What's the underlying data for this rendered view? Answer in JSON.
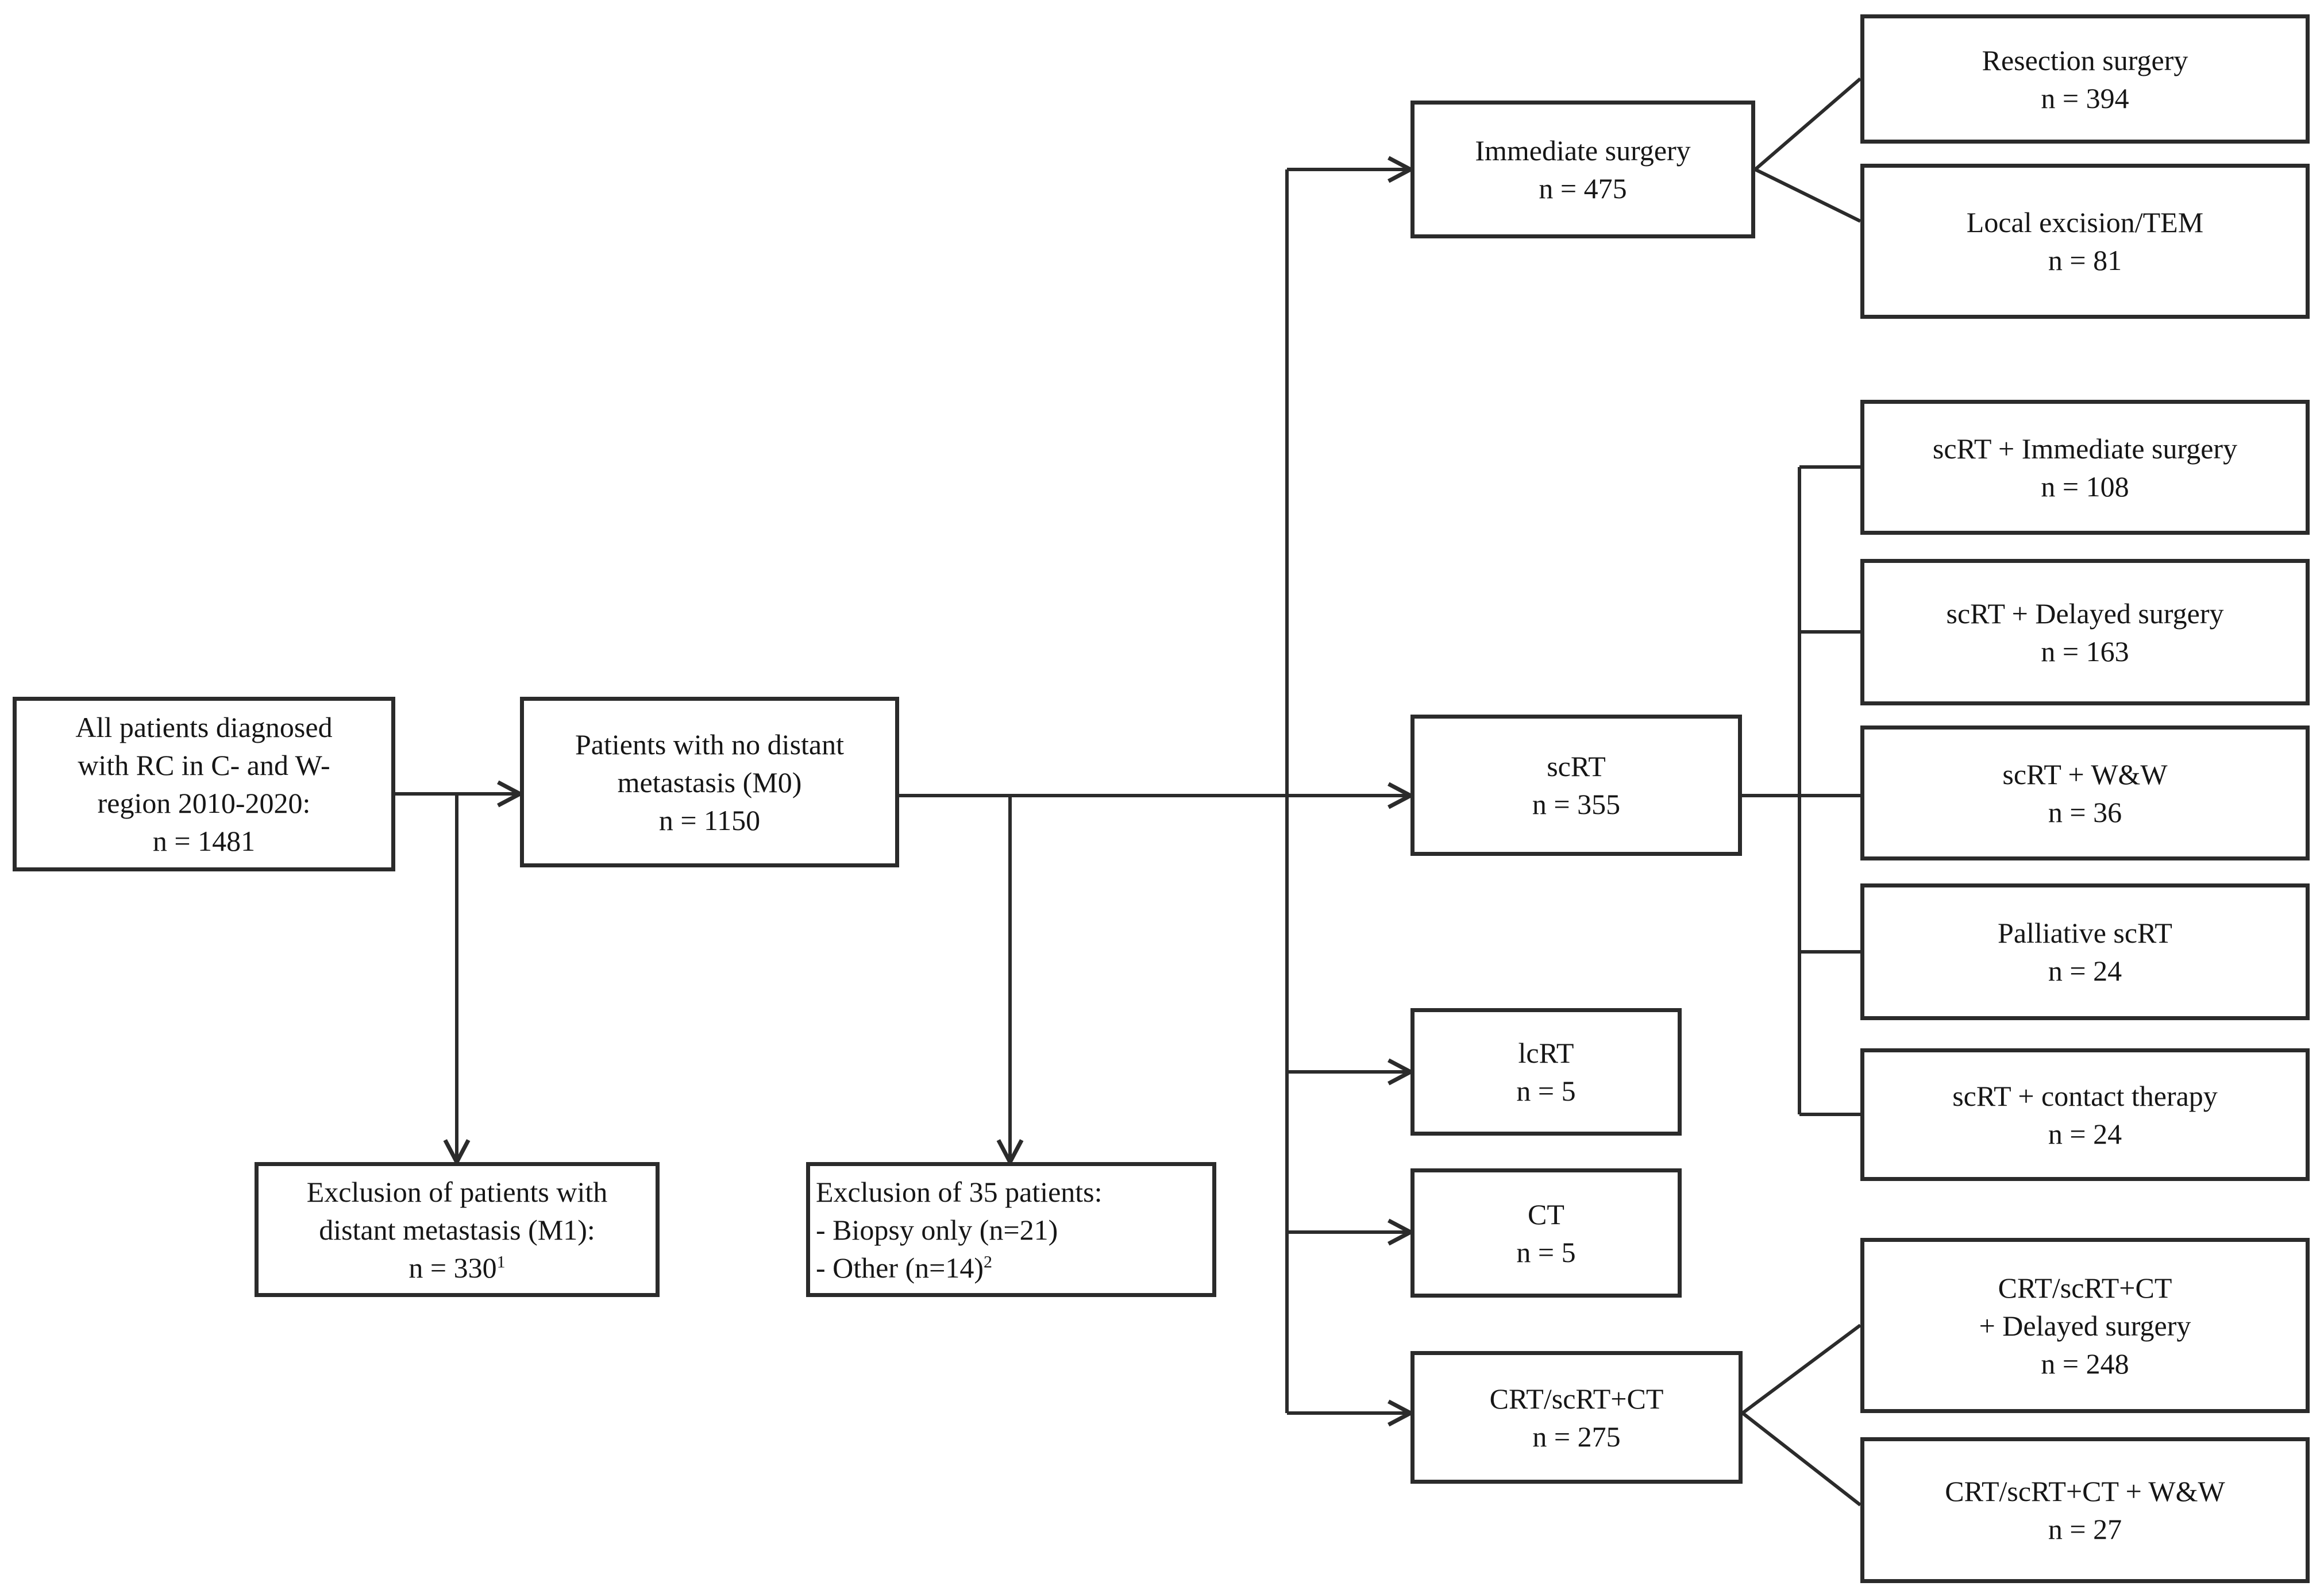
{
  "diagram": {
    "type": "flowchart",
    "description": "Patient inclusion/treatment flow diagram",
    "colors": {
      "background": "#ffffff",
      "box_border": "#2b2b2b",
      "line": "#2b2b2b",
      "text": "#161616"
    }
  },
  "nodes": {
    "all_patients": {
      "lines": [
        "All patients diagnosed",
        "with RC in C- and W-",
        "region 2010-2020:",
        "n = 1481"
      ]
    },
    "m0": {
      "lines": [
        "Patients with no distant",
        "metastasis (M0)",
        "n = 1150"
      ]
    },
    "exclusion_m1": {
      "lines": [
        "Exclusion of patients with",
        "distant metastasis (M1):",
        "n = 330"
      ],
      "superscript": "1"
    },
    "exclusion_35": {
      "lines": [
        "Exclusion of 35 patients:",
        "- Biopsy only (n=21)",
        "- Other (n=14)"
      ],
      "superscript": "2"
    },
    "immediate_surgery": {
      "lines": [
        "Immediate surgery",
        "n = 475"
      ]
    },
    "resection_surgery": {
      "lines": [
        "Resection surgery",
        "n = 394"
      ]
    },
    "local_excision": {
      "lines": [
        "Local excision/TEM",
        "n = 81"
      ]
    },
    "scrt": {
      "lines": [
        "scRT",
        "n = 355"
      ]
    },
    "scrt_immediate": {
      "lines": [
        "scRT + Immediate surgery",
        "n = 108"
      ]
    },
    "scrt_delayed": {
      "lines": [
        "scRT + Delayed surgery",
        "n = 163"
      ]
    },
    "scrt_ww": {
      "lines": [
        "scRT + W&W",
        "n = 36"
      ]
    },
    "palliative_scrt": {
      "lines": [
        "Palliative scRT",
        "n = 24"
      ]
    },
    "scrt_contact": {
      "lines": [
        "scRT + contact therapy",
        "n = 24"
      ]
    },
    "lcrt": {
      "lines": [
        "lcRT",
        "n = 5"
      ]
    },
    "ct": {
      "lines": [
        "CT",
        "n = 5"
      ]
    },
    "crt_scrt_ct": {
      "lines": [
        "CRT/scRT+CT",
        "n = 275"
      ]
    },
    "crt_delayed": {
      "lines": [
        "CRT/scRT+CT",
        "+ Delayed surgery",
        "n = 248"
      ]
    },
    "crt_ww": {
      "lines": [
        "CRT/scRT+CT + W&W",
        "n = 27"
      ]
    }
  },
  "edges": [
    {
      "from": "all_patients",
      "to": "m0",
      "arrow": true
    },
    {
      "from": "all_patients",
      "to": "exclusion_m1",
      "arrow": true
    },
    {
      "from": "m0",
      "to": "exclusion_35",
      "arrow": true
    },
    {
      "from": "m0",
      "to": "immediate_surgery",
      "arrow": true
    },
    {
      "from": "m0",
      "to": "scrt",
      "arrow": true
    },
    {
      "from": "m0",
      "to": "lcrt",
      "arrow": true
    },
    {
      "from": "m0",
      "to": "ct",
      "arrow": true
    },
    {
      "from": "m0",
      "to": "crt_scrt_ct",
      "arrow": true
    },
    {
      "from": "immediate_surgery",
      "to": "resection_surgery",
      "arrow": false
    },
    {
      "from": "immediate_surgery",
      "to": "local_excision",
      "arrow": false
    },
    {
      "from": "scrt",
      "to": "scrt_immediate",
      "arrow": false
    },
    {
      "from": "scrt",
      "to": "scrt_delayed",
      "arrow": false
    },
    {
      "from": "scrt",
      "to": "scrt_ww",
      "arrow": false
    },
    {
      "from": "scrt",
      "to": "palliative_scrt",
      "arrow": false
    },
    {
      "from": "scrt",
      "to": "scrt_contact",
      "arrow": false
    },
    {
      "from": "crt_scrt_ct",
      "to": "crt_delayed",
      "arrow": false
    },
    {
      "from": "crt_scrt_ct",
      "to": "crt_ww",
      "arrow": false
    }
  ]
}
